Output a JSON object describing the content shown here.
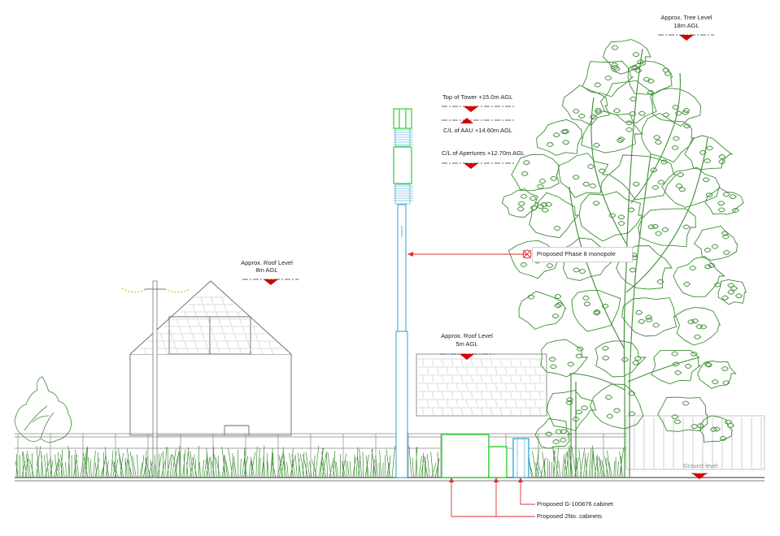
{
  "levels": {
    "tree": {
      "line1": "Approx. Tree Level",
      "line2": "18m AGL"
    },
    "top_of_tower": "Top of Tower +15.0m AGL",
    "cl_aau": "C/L of AAU +14.60m AGL",
    "cl_apertures": "C/L of Apertures +12.70m AGL",
    "roof_8m": {
      "line1": "Approx. Roof Level",
      "line2": "8m AGL"
    },
    "roof_5m": {
      "line1": "Approx. Roof Level",
      "line2": "5m AGL"
    },
    "ground": "Ground level"
  },
  "callouts": {
    "monopole": "Proposed Phase 8 monopole",
    "cabinet_g": "Proposed G-100876 cabinet",
    "cabinets_2no": "Proposed 2No. cabinets"
  },
  "colors": {
    "tree": "#3c8c32",
    "grass": "#3c8c32",
    "monopole": "#29a3d6",
    "antenna": "#33cc33",
    "marker": "#d40000",
    "leader": "#e03030",
    "building": "#555555",
    "pole_wire": "#d4b000"
  }
}
